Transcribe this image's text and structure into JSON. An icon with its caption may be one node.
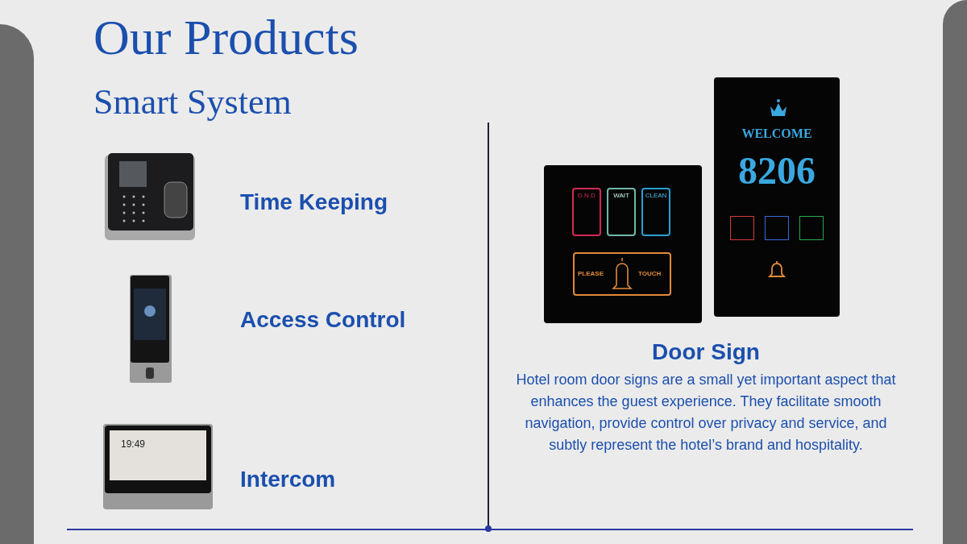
{
  "diagram": {
    "title": "Our Products",
    "labels": [
      "Smart System",
      "Time Keeping",
      "Access Control",
      "19:49",
      "Intercom",
      "D.N.D",
      "WAIT",
      "CLEAN",
      "PLEASE",
      "TOUCH",
      "WELCOME",
      "8206",
      "Door Sign",
      "Hotel room door signs are a small yet important aspect that enhances the guest experience. They facilitate smooth navigation, provide control over privacy and service, and subtly represent the hotel’s brand and hospitality."
    ]
  }
}
